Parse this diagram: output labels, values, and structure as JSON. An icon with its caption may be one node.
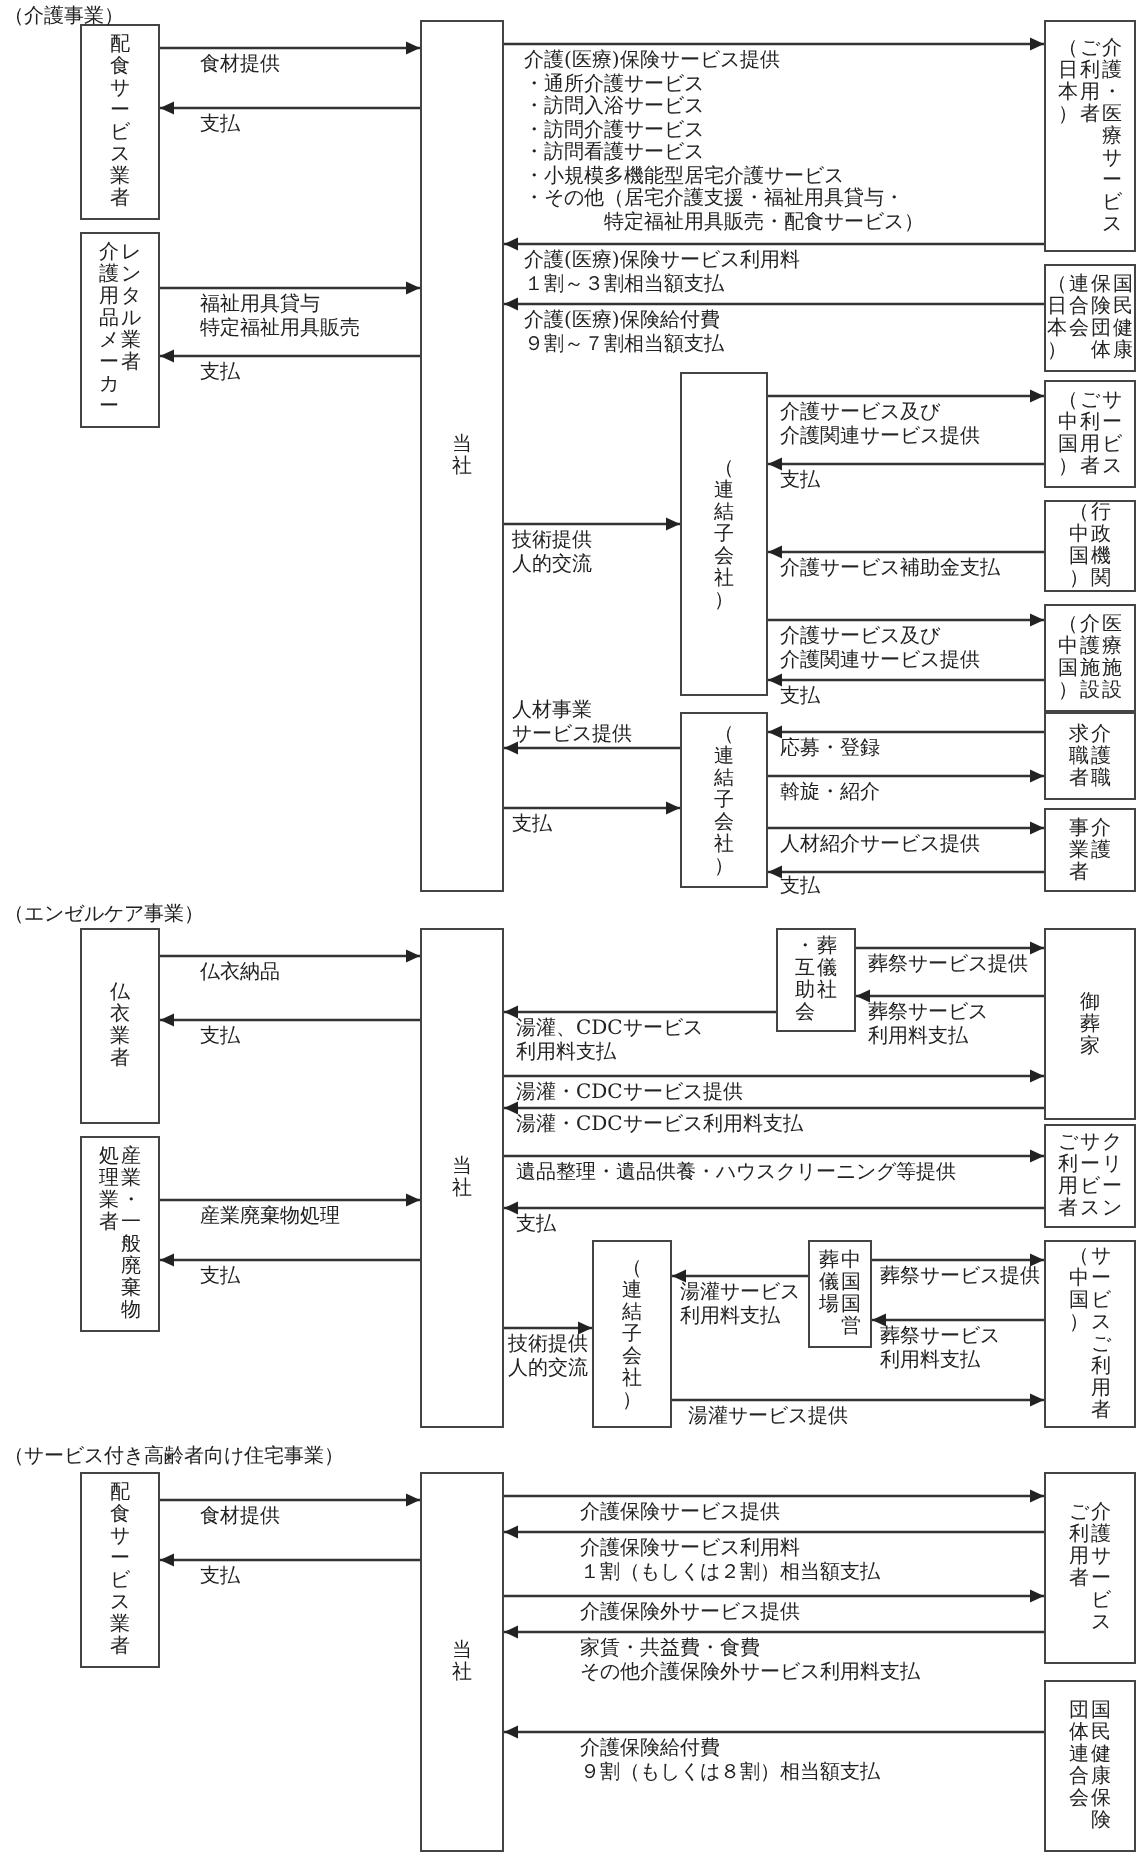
{
  "diagram": {
    "nodes": [
      {
        "text": [
          "配食サービス業者"
        ]
      },
      {
        "text": [
          "レンタル業者介護用品メーカー"
        ]
      },
      {
        "text": [
          "当社"
        ]
      },
      {
        "text": [
          "介護・医療サービスご利用者（日本）"
        ]
      },
      {
        "text": [
          "国民健康保険団体連合会（日本）"
        ]
      },
      {
        "text": [
          "（連結子会社）"
        ]
      },
      {
        "text": [
          "サービスご利用者（中国）"
        ]
      },
      {
        "text": [
          "行政機関（中国）"
        ]
      },
      {
        "text": [
          "医療施設介護施設（中国）"
        ]
      },
      {
        "text": [
          "（連結子会社）"
        ]
      },
      {
        "text": [
          "介護職求職者"
        ]
      },
      {
        "text": [
          "介護事業者"
        ]
      },
      {
        "text": [
          "仏衣業者"
        ]
      },
      {
        "text": [
          "産業・一般廃棄物処理業者"
        ]
      },
      {
        "text": [
          "当社"
        ]
      },
      {
        "text": [
          "葬儀社・互助会"
        ]
      },
      {
        "text": [
          "御葬家"
        ]
      },
      {
        "text": [
          "クリーンサービスご利用者"
        ]
      },
      {
        "text": [
          "（連結子会社）"
        ]
      },
      {
        "text": [
          "中国国営葬儀場"
        ]
      },
      {
        "text": [
          "サービスご利用者（中国）"
        ]
      },
      {
        "text": [
          "配食サービス業者"
        ]
      },
      {
        "text": [
          "当社"
        ]
      },
      {
        "text": [
          "介護サービスご利用者"
        ]
      },
      {
        "text": [
          "国民健康保険団体連合会"
        ]
      }
    ],
    "edges": [
      {
        "from": 0,
        "to": 2,
        "arrow": "to",
        "label": "食材提供"
      },
      {
        "from": 2,
        "to": 0,
        "arrow": "to",
        "label": "支払"
      },
      {
        "from": 1,
        "to": 2,
        "arrow": "to",
        "label": "福祉用具貸与特定福祉用具販売"
      },
      {
        "from": 2,
        "to": 1,
        "arrow": "to",
        "label": "支払"
      },
      {
        "from": 2,
        "to": 3,
        "arrow": "to",
        "label": "介護(医療)保険サービス提供・通所介護サービス・訪問入浴サービス・訪問介護サービス・訪問看護サービス・小規模多機能型居宅介護サービス・その他（居宅介護支援・福祉用具貸与・特定福祉用具販売・配食サービス）"
      },
      {
        "from": 3,
        "to": 2,
        "arrow": "to",
        "label": "介護(医療)保険サービス利用料１割～３割相当額支払"
      },
      {
        "from": 4,
        "to": 2,
        "arrow": "to",
        "label": "介護(医療)保険給付費９割～７割相当額支払"
      },
      {
        "from": 2,
        "to": 5,
        "arrow": "to",
        "label": "技術提供人的交流"
      },
      {
        "from": 5,
        "to": 6,
        "arrow": "to",
        "label": "介護サービス及び介護関連サービス提供"
      },
      {
        "from": 6,
        "to": 5,
        "arrow": "to",
        "label": "支払"
      },
      {
        "from": 7,
        "to": 5,
        "arrow": "to",
        "label": "介護サービス補助金支払"
      },
      {
        "from": 5,
        "to": 8,
        "arrow": "to",
        "label": "介護サービス及び介護関連サービス提供"
      },
      {
        "from": 8,
        "to": 5,
        "arrow": "to",
        "label": "支払"
      },
      {
        "from": 9,
        "to": 2,
        "arrow": "to",
        "label": "人材事業サービス提供"
      },
      {
        "from": 2,
        "to": 9,
        "arrow": "to",
        "label": "支払"
      },
      {
        "from": 10,
        "to": 9,
        "arrow": "to",
        "label": "応募・登録"
      },
      {
        "from": 9,
        "to": 10,
        "arrow": "to",
        "label": "斡旋・紹介"
      },
      {
        "from": 9,
        "to": 11,
        "arrow": "to",
        "label": "人材紹介サービス提供"
      },
      {
        "from": 11,
        "to": 9,
        "arrow": "to",
        "label": "支払"
      },
      {
        "from": 12,
        "to": 14,
        "arrow": "to",
        "label": "仏衣納品"
      },
      {
        "from": 14,
        "to": 12,
        "arrow": "to",
        "label": "支払"
      },
      {
        "from": 13,
        "to": 14,
        "arrow": "to",
        "label": "産業廃棄物処理"
      },
      {
        "from": 14,
        "to": 13,
        "arrow": "to",
        "label": "支払"
      },
      {
        "from": 15,
        "to": 14,
        "arrow": "to",
        "label": "湯灌、CDCサービス利用料支払"
      },
      {
        "from": 15,
        "to": 16,
        "arrow": "to",
        "label": "葬祭サービス提供"
      },
      {
        "from": 16,
        "to": 15,
        "arrow": "to",
        "label": "葬祭サービス利用料支払"
      },
      {
        "from": 14,
        "to": 16,
        "arrow": "to",
        "label": "湯灌・CDCサービス提供"
      },
      {
        "from": 16,
        "to": 14,
        "arrow": "to",
        "label": "湯灌・CDCサービス利用料支払"
      },
      {
        "from": 14,
        "to": 17,
        "arrow": "to",
        "label": "遺品整理・遺品供養・ハウスクリーニング等提供"
      },
      {
        "from": 17,
        "to": 14,
        "arrow": "to",
        "label": "支払"
      },
      {
        "from": 14,
        "to": 18,
        "arrow": "to",
        "label": "技術提供人的交流"
      },
      {
        "from": 19,
        "to": 18,
        "arrow": "to",
        "label": "湯灌サービス利用料支払"
      },
      {
        "from": 19,
        "to": 20,
        "arrow": "to",
        "label": "葬祭サービス提供"
      },
      {
        "from": 20,
        "to": 19,
        "arrow": "to",
        "label": "葬祭サービス利用料支払"
      },
      {
        "from": 18,
        "to": 20,
        "arrow": "to",
        "label": "湯灌サービス提供"
      },
      {
        "from": 21,
        "to": 22,
        "arrow": "to",
        "label": "食材提供"
      },
      {
        "from": 22,
        "to": 21,
        "arrow": "to",
        "label": "支払"
      },
      {
        "from": 22,
        "to": 23,
        "arrow": "to",
        "label": "介護保険サービス提供"
      },
      {
        "from": 23,
        "to": 22,
        "arrow": "to",
        "label": "介護保険サービス利用料１割（もしくは２割）相当額支払"
      },
      {
        "from": 22,
        "to": 23,
        "arrow": "to",
        "label": "介護保険外サービス提供"
      },
      {
        "from": 23,
        "to": 22,
        "arrow": "to",
        "label": "家賃・共益費・食費その他介護保険外サービス利用料支払"
      },
      {
        "from": 24,
        "to": 22,
        "arrow": "to",
        "label": "介護保険給付費９割（もしくは８割）相当額支払"
      }
    ],
    "labels": [
      "（介護事業）",
      "（エンゼルケア事業）",
      "（サービス付き高齢者向け住宅事業）"
    ]
  }
}
